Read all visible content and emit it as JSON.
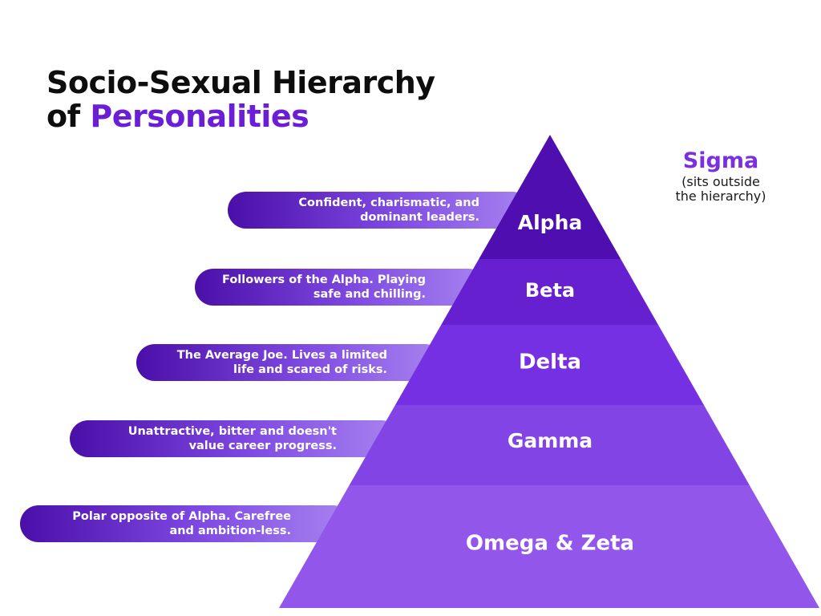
{
  "title": {
    "line1": "Socio-Sexual Hierarchy",
    "line2_prefix": "of ",
    "line2_accent": "Personalities"
  },
  "sigma": {
    "name": "Sigma",
    "note_line1": "(sits outside",
    "note_line2": "the hierarchy)"
  },
  "tiers": [
    {
      "label": "Alpha",
      "desc_line1": "Confident, charismatic, and",
      "desc_line2": "dominant leaders."
    },
    {
      "label": "Beta",
      "desc_line1": "Followers of the Alpha. Playing",
      "desc_line2": "safe and chilling."
    },
    {
      "label": "Delta",
      "desc_line1": "The Average Joe. Lives a limited",
      "desc_line2": "life and scared of risks."
    },
    {
      "label": "Gamma",
      "desc_line1": "Unattractive, bitter and doesn't",
      "desc_line2": "value career progress."
    },
    {
      "label": "Omega & Zeta",
      "desc_line1": "Polar opposite of Alpha. Carefree",
      "desc_line2": "and ambition-less."
    }
  ],
  "colors": {
    "title_accent": "#6a1fd6",
    "sigma": "#7a2fe0",
    "tier_fills": [
      "#4f0fb0",
      "#6720d0",
      "#7430e2",
      "#8244e4",
      "#9256ea"
    ],
    "pill_dark": "#4a0fa8",
    "pill_light": "#a884f0"
  }
}
